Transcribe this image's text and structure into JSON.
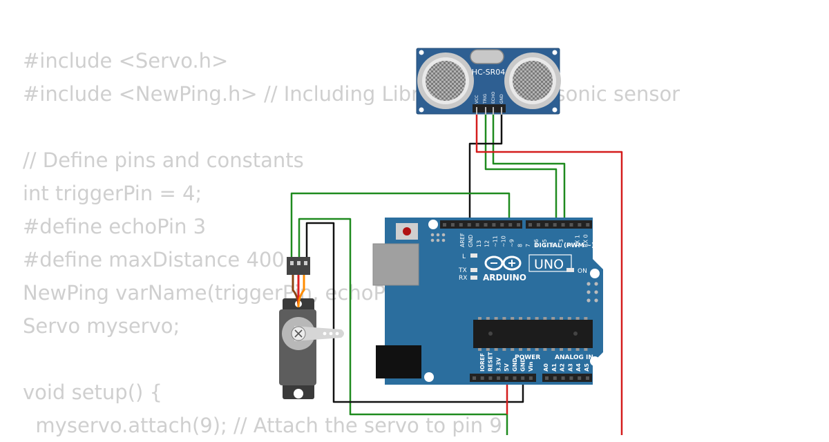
{
  "code_lines": [
    "#include <Servo.h>",
    "#include <NewPing.h> // Including Libraries for ultrasonic sensor",
    "",
    "// Define pins and constants",
    "int triggerPin = 4;",
    "#define echoPin 3",
    "#define maxDistance 400",
    "NewPing varName(triggerPin, echoPin, maxDistance);",
    "Servo myservo;",
    "",
    "void setup() {",
    "  myservo.attach(9); // Attach the servo to pin 9"
  ],
  "sensor": {
    "model": "HC-SR04",
    "pins": [
      "VCC",
      "TRIG",
      "ECHO",
      "GND"
    ]
  },
  "board": {
    "brand": "ARDUINO",
    "model": "UNO",
    "on_label": "ON",
    "led_l": "L",
    "led_tx": "TX",
    "led_rx": "RX",
    "digital_header": "DIGITAL (PWM ~)",
    "digital_pins": [
      "AREF",
      "GND",
      "13",
      "12",
      "~11",
      "~10",
      "~9",
      "8",
      "7",
      "~6",
      "~5",
      "4",
      "~3",
      "2",
      "TX 1",
      "RX 0"
    ],
    "power_header": "POWER",
    "power_pins": [
      "IOREF",
      "RESET",
      "3.3V",
      "5V",
      "GND",
      "GND",
      "Vin"
    ],
    "analog_header": "ANALOG IN",
    "analog_pins": [
      "A0",
      "A1",
      "A2",
      "A3",
      "A4",
      "A5"
    ]
  },
  "colors": {
    "board": "#2b6e9e",
    "wire_green": "#1e8a1e",
    "wire_red": "#d41c1c",
    "wire_black": "#111111",
    "code_text": "#cfcfcf"
  }
}
